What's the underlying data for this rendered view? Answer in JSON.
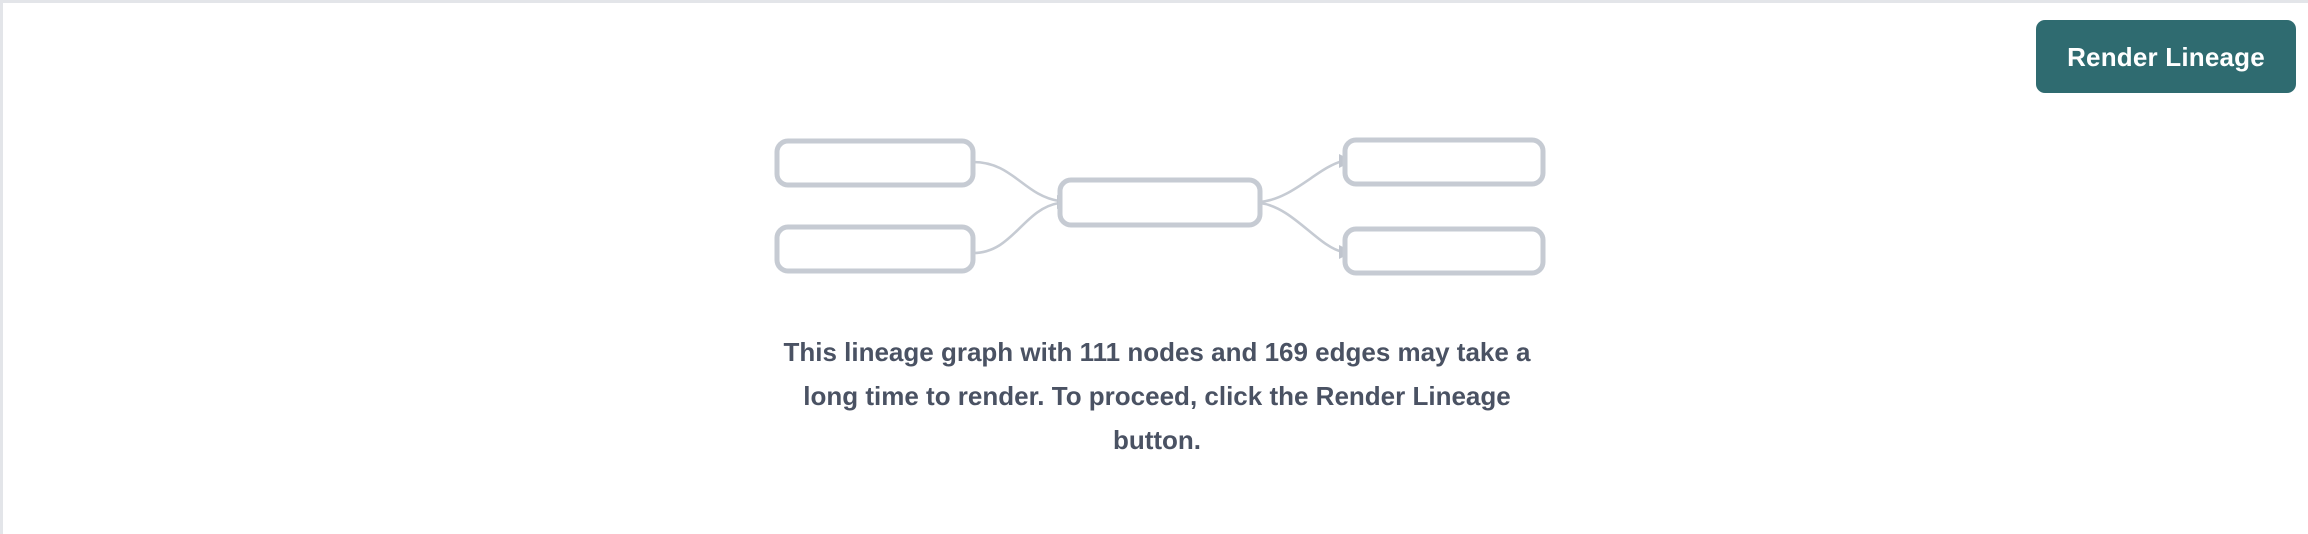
{
  "panel": {
    "background_color": "#ffffff",
    "border_color": "#e3e5e9"
  },
  "toolbar": {
    "render_lineage_label": "Render Lineage",
    "button_color": "#2f6b70",
    "button_text_color": "#ffffff"
  },
  "message": {
    "text": "This lineage graph with 111 nodes and 169 edges may take a long time to render. To proceed, click the Render Lineage button.",
    "node_count": "111",
    "edge_count": "169",
    "text_color": "#4a5263"
  },
  "graph": {
    "node_stroke_color": "#c6cbd3",
    "node_fill_color": "#ffffff",
    "edge_color": "#c6cbd3",
    "nodes": [
      {
        "id": "upstream-1",
        "label": ""
      },
      {
        "id": "upstream-2",
        "label": ""
      },
      {
        "id": "focus",
        "label": ""
      },
      {
        "id": "downstream-1",
        "label": ""
      },
      {
        "id": "downstream-2",
        "label": ""
      }
    ],
    "edges": [
      {
        "from": "upstream-1",
        "to": "focus"
      },
      {
        "from": "upstream-2",
        "to": "focus"
      },
      {
        "from": "focus",
        "to": "downstream-1"
      },
      {
        "from": "focus",
        "to": "downstream-2"
      }
    ]
  }
}
